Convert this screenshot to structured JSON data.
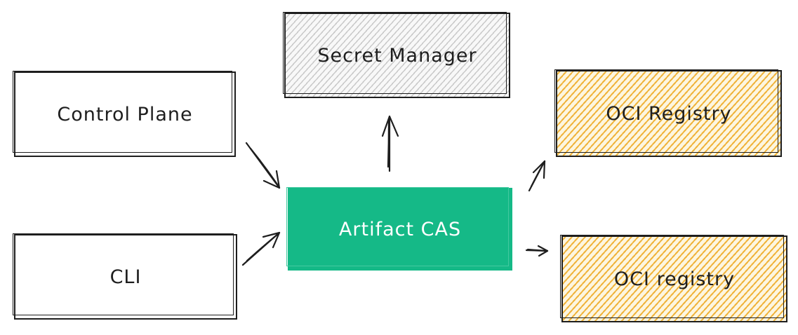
{
  "diagram": {
    "nodes": {
      "control_plane": {
        "label": "Control Plane"
      },
      "cli": {
        "label": "CLI"
      },
      "secret_manager": {
        "label": "Secret Manager"
      },
      "artifact_cas": {
        "label": "Artifact CAS"
      },
      "oci_registry_1": {
        "label": "OCI Registry"
      },
      "oci_registry_2": {
        "label": "OCI registry"
      }
    },
    "edges": [
      {
        "from": "Control Plane",
        "to": "Artifact CAS"
      },
      {
        "from": "CLI",
        "to": "Artifact CAS"
      },
      {
        "from": "Artifact CAS",
        "to": "Secret Manager"
      },
      {
        "from": "Artifact CAS",
        "to": "OCI Registry"
      },
      {
        "from": "Artifact CAS",
        "to": "OCI registry"
      }
    ],
    "colors": {
      "stroke": "#1e1e1e",
      "artifact_fill": "#15b987",
      "artifact_text": "#ffffff",
      "secret_hatch": "#c9c9c9",
      "oci_hatch": "#f0b33a",
      "background": "#ffffff"
    }
  }
}
